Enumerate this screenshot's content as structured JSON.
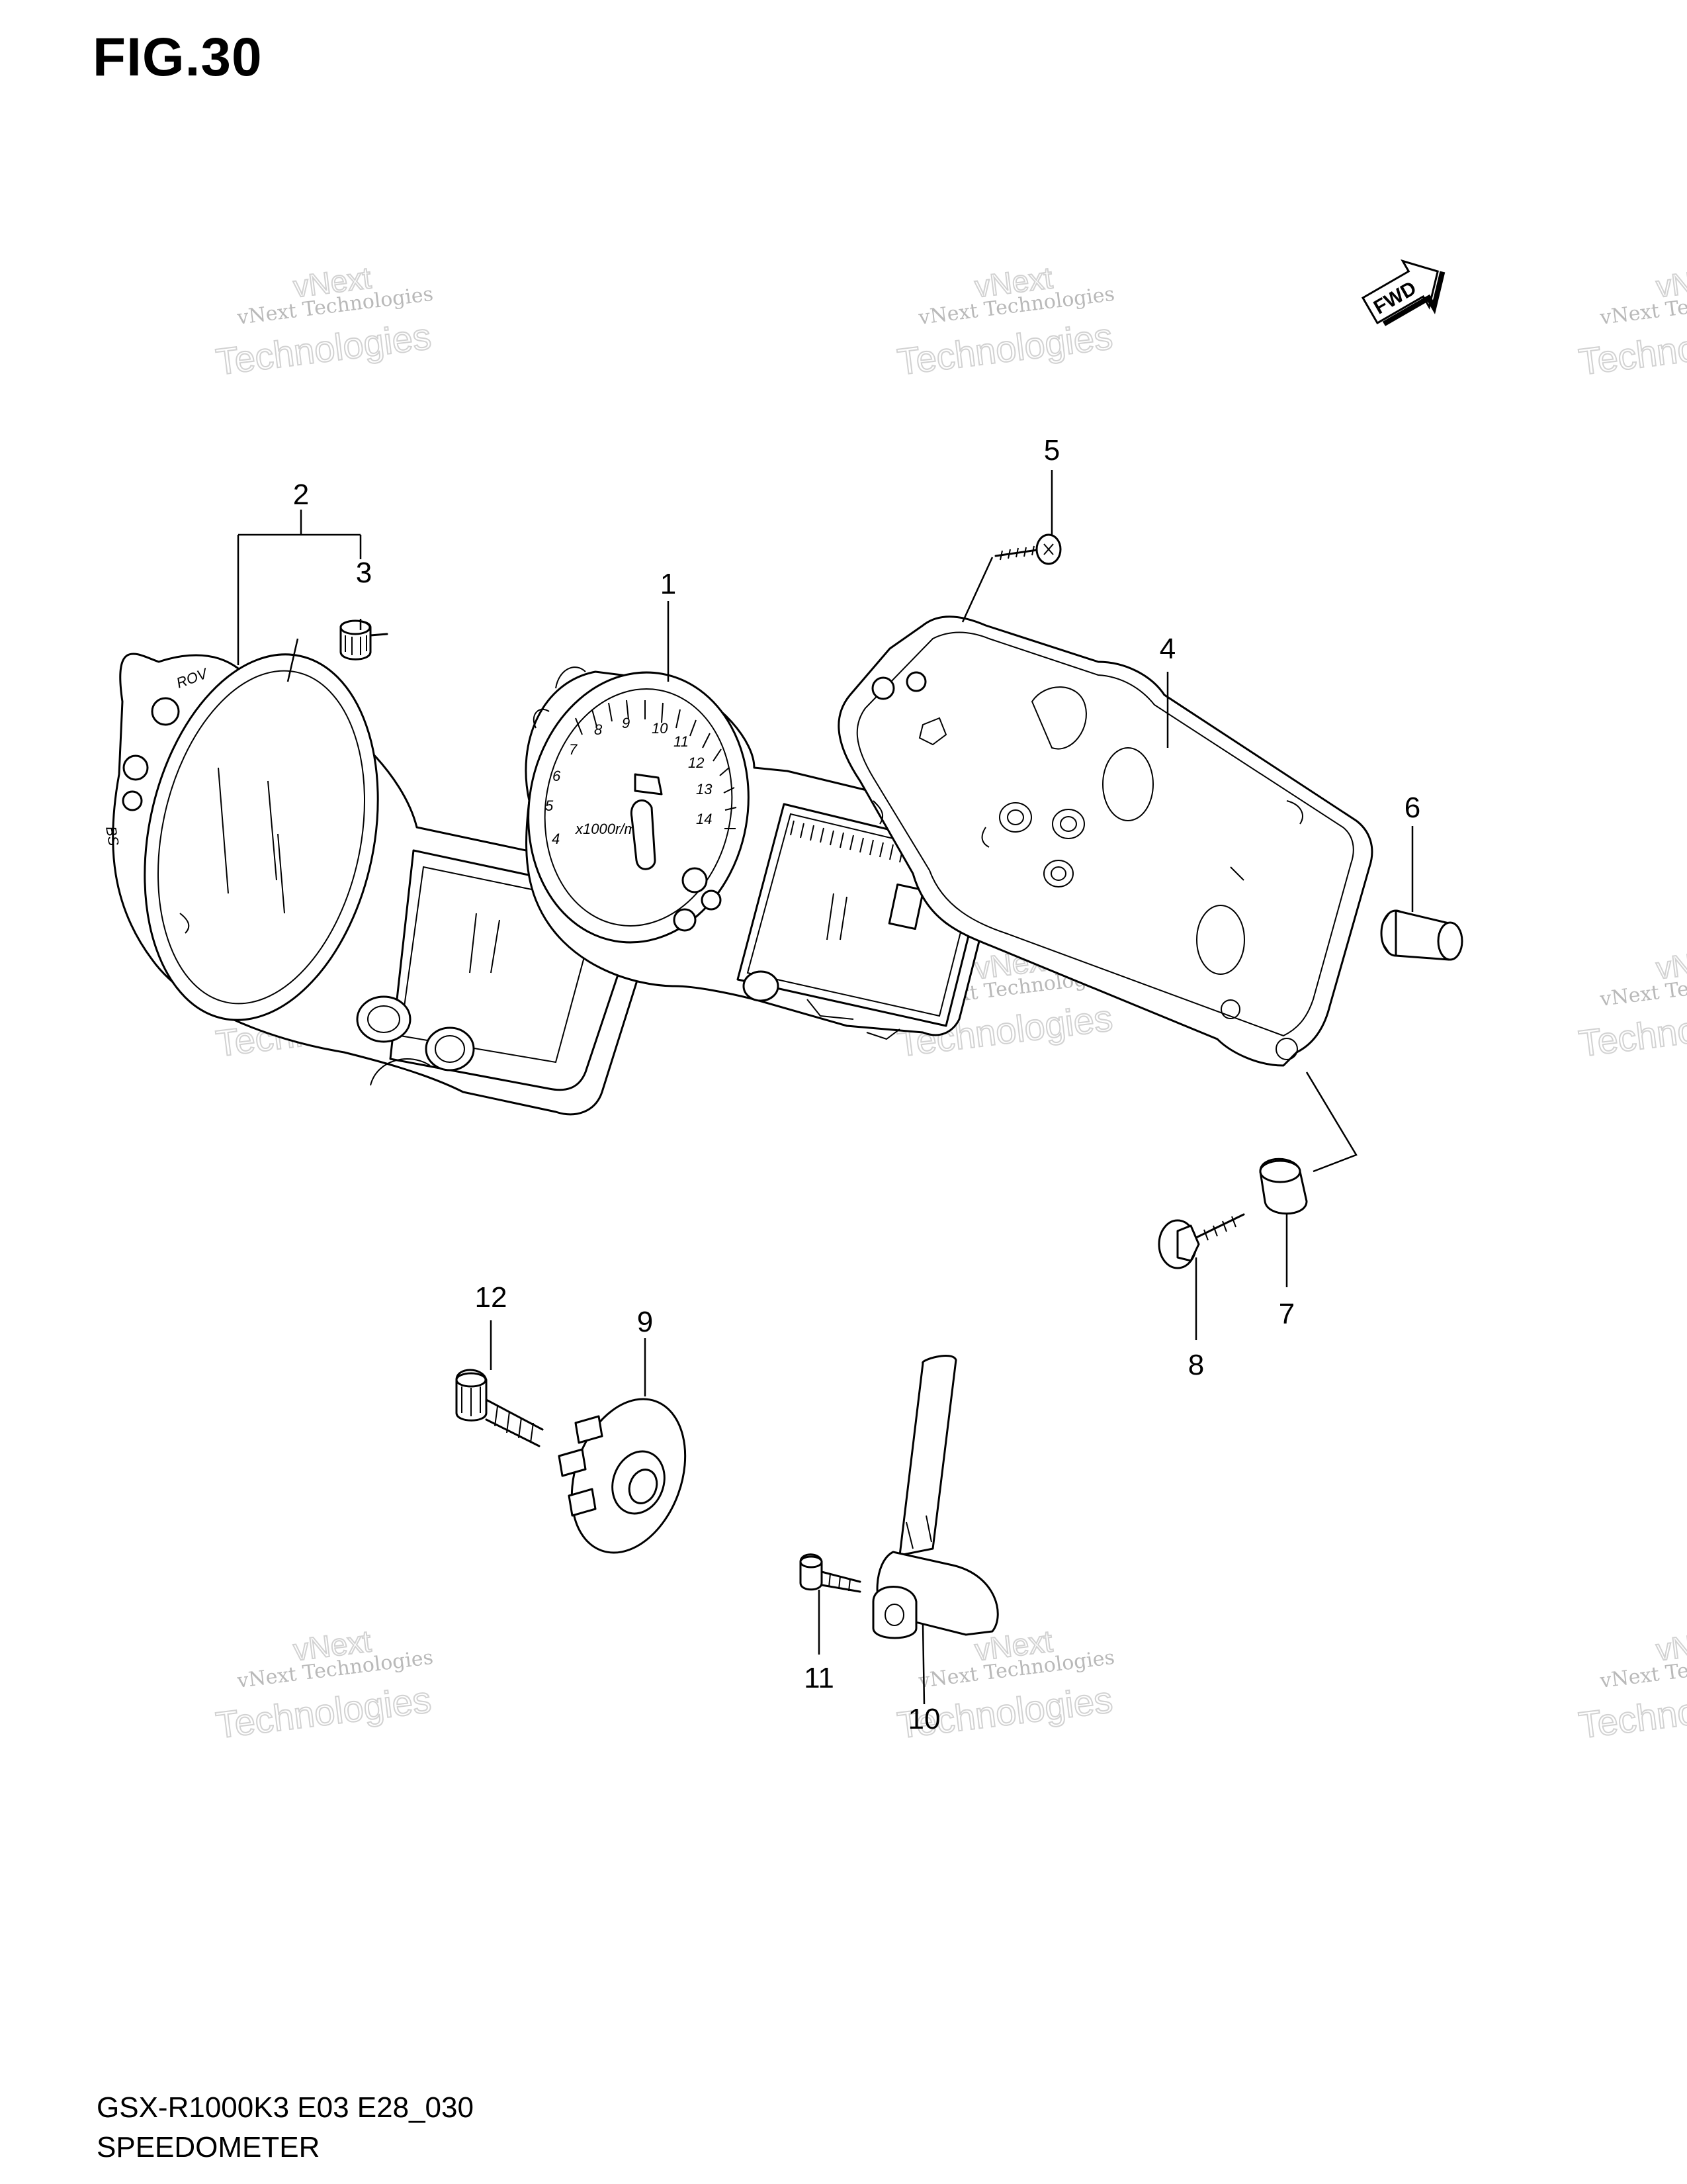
{
  "figure": {
    "title": "FIG.30"
  },
  "footer": {
    "model_code": "GSX-R1000K3 E03 E28_030",
    "section_name": "SPEEDOMETER"
  },
  "fwd_arrow": {
    "label": "FWD"
  },
  "watermark": {
    "line1": "vNext Technologies",
    "line2": "vNext",
    "line3": "Technologies"
  },
  "tachometer": {
    "ticks": [
      "4",
      "5",
      "6",
      "7",
      "8",
      "9",
      "10",
      "11",
      "12",
      "13",
      "14"
    ],
    "unit": "x1000r/min"
  },
  "callouts": [
    "1",
    "2",
    "3",
    "4",
    "5",
    "6",
    "7",
    "8",
    "9",
    "10",
    "11",
    "12"
  ]
}
